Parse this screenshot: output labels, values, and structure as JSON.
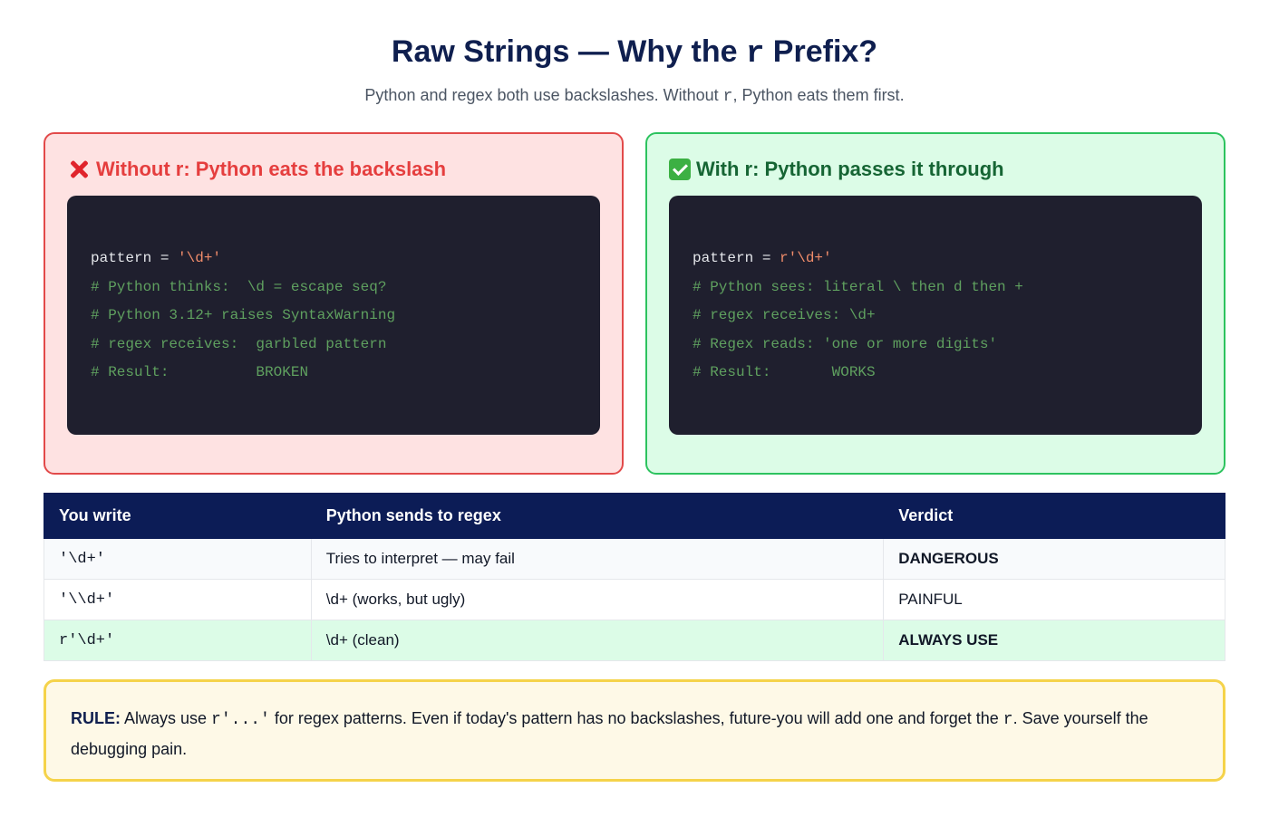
{
  "header": {
    "title_pre": "Raw Strings — Why the ",
    "title_code": "r",
    "title_post": " Prefix?",
    "subtitle_pre": "Python and regex both use backslashes. Without ",
    "subtitle_code": "r",
    "subtitle_post": ", Python eats them first."
  },
  "bad_panel": {
    "icon": "cross-mark-icon",
    "heading": "Without r: Python eats the backslash",
    "code_var": "pattern = ",
    "code_str": "'\\d+'",
    "comments": [
      "# Python thinks:  \\d = escape seq?",
      "# Python 3.12+ raises SyntaxWarning",
      "# regex receives:  garbled pattern",
      "# Result:          BROKEN"
    ]
  },
  "good_panel": {
    "icon": "check-mark-icon",
    "heading": "With r: Python passes it through",
    "code_var": "pattern = ",
    "code_str": "r'\\d+'",
    "comments": [
      "# Python sees: literal \\ then d then +",
      "# regex receives: \\d+",
      "# Regex reads: 'one or more digits'",
      "# Result:       WORKS"
    ]
  },
  "table": {
    "headers": [
      "You write",
      "Python sends to regex",
      "Verdict"
    ],
    "rows": [
      {
        "write": "'\\d+'",
        "sends": "Tries to interpret — may fail",
        "verdict": "DANGEROUS"
      },
      {
        "write": "'\\\\d+'",
        "sends": "\\d+ (works, but ugly)",
        "verdict": "PAINFUL"
      },
      {
        "write": "r'\\d+'",
        "sends": "\\d+ (clean)",
        "verdict": "ALWAYS USE"
      }
    ]
  },
  "rule": {
    "label": "RULE:",
    "text_1": " Always use ",
    "code_1": "r'...'",
    "text_2": " for regex patterns. Even if today's pattern has no backslashes, future-you will add one and forget the ",
    "code_2": "r",
    "text_3": ". Save yourself the debugging pain."
  },
  "colors": {
    "danger": "#e53e3e",
    "painful": "#f07b22",
    "ok": "#2dbc5c",
    "navy": "#0c1c56"
  }
}
